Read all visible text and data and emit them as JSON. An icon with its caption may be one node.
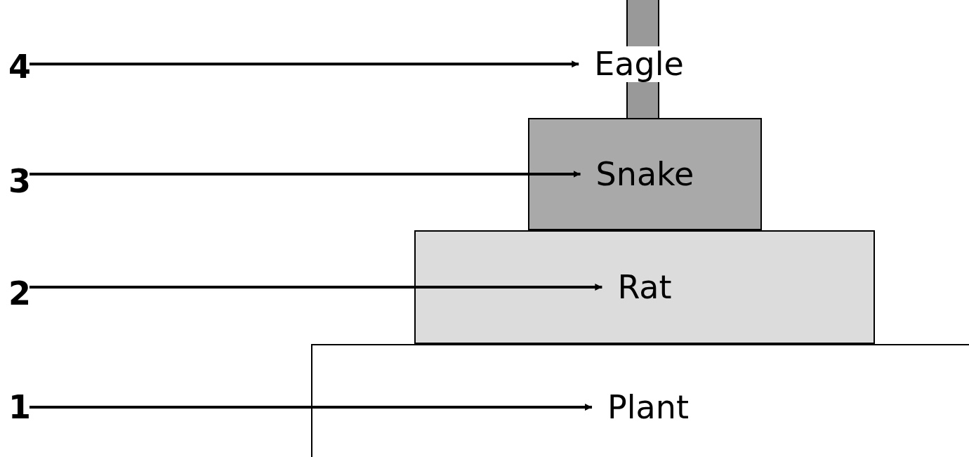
{
  "diagram": {
    "nodes": [
      {
        "text": [
          "4"
        ]
      },
      {
        "text": [
          "Eagle"
        ]
      },
      {
        "text": [
          "3"
        ]
      },
      {
        "text": [
          "Snake"
        ]
      },
      {
        "text": [
          "2"
        ]
      },
      {
        "text": [
          "Rat"
        ]
      },
      {
        "text": [
          "1"
        ]
      },
      {
        "text": [
          "Plant"
        ]
      }
    ],
    "edges": [
      {
        "from": 0,
        "to": 1,
        "arrow": "to"
      },
      {
        "from": 2,
        "to": 3,
        "arrow": "to"
      },
      {
        "from": 4,
        "to": 5,
        "arrow": "to"
      },
      {
        "from": 6,
        "to": 7,
        "arrow": "to"
      }
    ]
  }
}
